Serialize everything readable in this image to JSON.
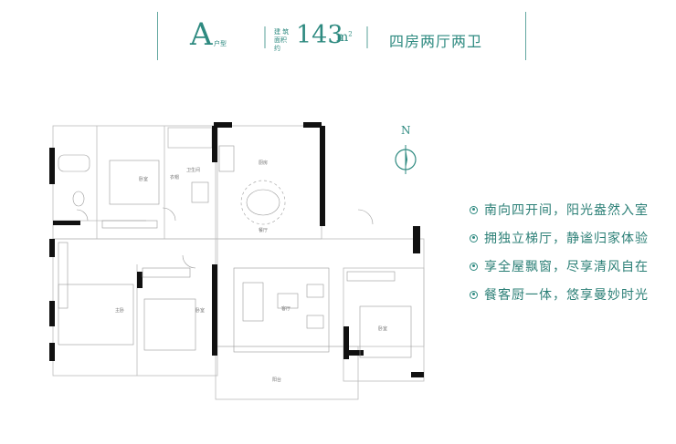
{
  "header": {
    "unit_letter": "A",
    "unit_sub": "户型",
    "area_caption": "建 筑\n面积约",
    "area_value": "143",
    "area_unit": "m",
    "unit_type": "四房两厅两卫"
  },
  "compass": {
    "label": "N"
  },
  "features": [
    "南向四开间，阳光盎然入室",
    "拥独立梯厅，静谧归家体验",
    "享全屋飘窗，尽享清风自在",
    "餐客厨一体，悠享曼妙时光"
  ],
  "rooms": {
    "bedroom_top": "卧室",
    "closet": "衣帽",
    "bath_top": "卫生间",
    "kitchen": "厨房",
    "dining": "餐厅",
    "bedroom_left": "主卧",
    "bedroom_mid": "卧室",
    "living": "客厅",
    "bedroom_right": "卧室",
    "balcony": "阳台"
  },
  "colors": {
    "accent": "#2e8a80",
    "wall": "#111111",
    "line": "#999999"
  }
}
